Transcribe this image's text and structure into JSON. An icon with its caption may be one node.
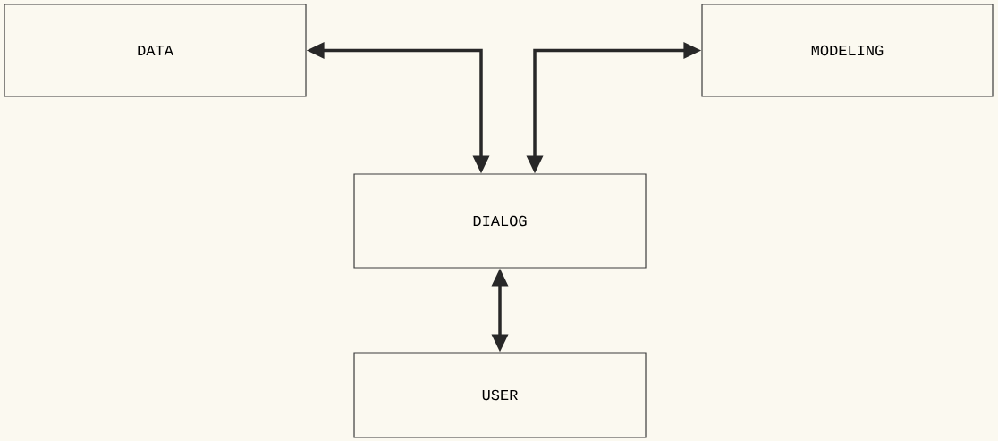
{
  "diagram": {
    "nodes": [
      {
        "text": [
          "DATA"
        ]
      },
      {
        "text": [
          "MODELING"
        ]
      },
      {
        "text": [
          "DIALOG"
        ]
      },
      {
        "text": [
          "USER"
        ]
      }
    ],
    "edges": [
      {
        "from": 0,
        "to": 2,
        "arrow": "both"
      },
      {
        "from": 1,
        "to": 2,
        "arrow": "both"
      },
      {
        "from": 2,
        "to": 3,
        "arrow": "both"
      }
    ]
  }
}
